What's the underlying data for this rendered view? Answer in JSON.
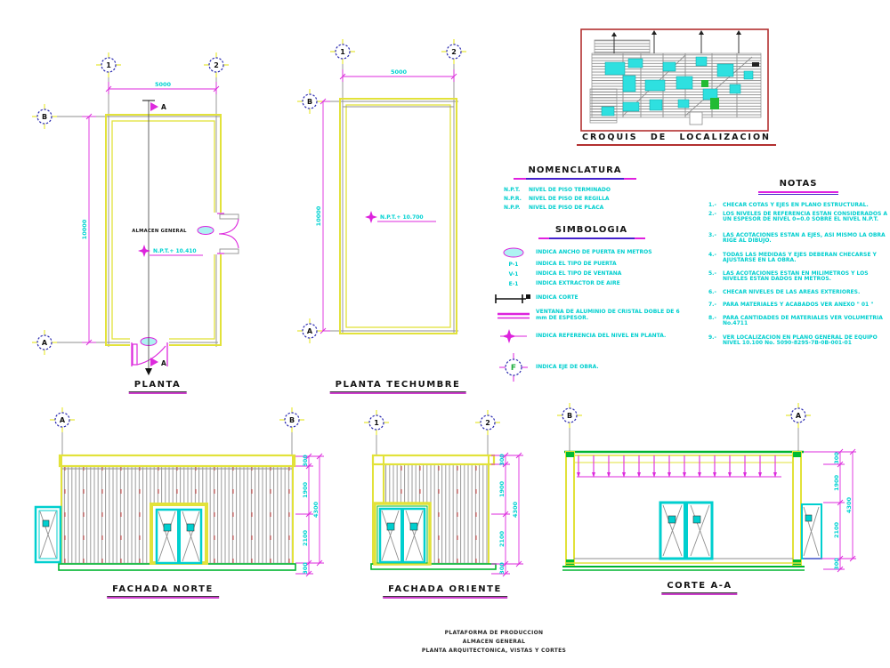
{
  "colors": {
    "cyan": "#00cfcf",
    "magenta": "#dd2add",
    "yellow": "#e2e23a",
    "green": "#00b530",
    "axis_blue": "#2b2bb0",
    "croquis_red": "#b23030",
    "gray": "#8f8f8f"
  },
  "planta": {
    "label": "PLANTA",
    "axis_top": [
      "1",
      "2"
    ],
    "axis_side": [
      "B",
      "A"
    ],
    "dim_width": "5000",
    "dim_height": "10000",
    "section_letter": "A",
    "room_label": "ALMACEN GENERAL",
    "level": "N.P.T.+ 10.410"
  },
  "techumbre": {
    "label": "PLANTA TECHUMBRE",
    "axis_top": [
      "1",
      "2"
    ],
    "axis_side": [
      "B",
      "A"
    ],
    "dim_width": "5000",
    "dim_height": "10000",
    "level": "N.P.T.+ 10.700"
  },
  "croquis": {
    "label": "CROQUIS DE LOCALIZACION"
  },
  "nomenclatura": {
    "title": "NOMENCLATURA",
    "items": [
      {
        "abbr": "N.P.T.",
        "desc": "NIVEL DE PISO TERMINADO"
      },
      {
        "abbr": "N.P.R.",
        "desc": "NIVEL DE PISO DE REGILLA"
      },
      {
        "abbr": "N.P.P.",
        "desc": "NIVEL DE PISO DE PLACA"
      }
    ]
  },
  "simbologia": {
    "title": "SIMBOLOGIA",
    "axis_letter": "F",
    "items": [
      {
        "tag": "",
        "label": "INDICA ANCHO DE PUERTA EN METROS"
      },
      {
        "tag": "P-1",
        "label": "INDICA EL TIPO DE PUERTA"
      },
      {
        "tag": "V-1",
        "label": "INDICA EL TIPO DE VENTANA"
      },
      {
        "tag": "E-1",
        "label": "INDICA EXTRACTOR DE AIRE"
      },
      {
        "tag": "",
        "label": "INDICA CORTE"
      },
      {
        "tag": "",
        "label": "VENTANA DE ALUMINIO DE CRISTAL DOBLE DE 6 mm DE ESPESOR."
      },
      {
        "tag": "",
        "label": "INDICA REFERENCIA DEL NIVEL EN PLANTA."
      },
      {
        "tag": "",
        "label": "INDICA EJE DE OBRA."
      }
    ]
  },
  "notas": {
    "title": "NOTAS",
    "items": [
      {
        "num": "1.-",
        "text": "CHECAR COTAS Y EJES EN PLANO ESTRUCTURAL."
      },
      {
        "num": "2.-",
        "text": "LOS NIVELES DE REFERENCIA ESTAN CONSIDERADOS A UN ESPESOR DE NIVEL 0=0.0 SOBRE EL NIVEL N.P.T."
      },
      {
        "num": "3.-",
        "text": "LAS ACOTACIONES ESTAN A EJES, ASI MISMO LA OBRA RIGE AL DIBUJO."
      },
      {
        "num": "4.-",
        "text": "TODAS LAS MEDIDAS Y EJES DEBERAN CHECARSE Y AJUSTARSE EN LA OBRA."
      },
      {
        "num": "5.-",
        "text": "LAS ACOTACIONES ESTAN EN MILIMETROS Y LOS NIVELES ESTAN DADOS EN METROS."
      },
      {
        "num": "6.-",
        "text": "CHECAR NIVELES DE LAS AREAS EXTERIORES."
      },
      {
        "num": "7.-",
        "text": "PARA MATERIALES Y ACABADOS VER ANEXO \" 01 \""
      },
      {
        "num": "8.-",
        "text": "PARA CANTIDADES DE MATERIALES VER VOLUMETRIA No.4711"
      },
      {
        "num": "9.-",
        "text": "VER LOCALIZACION EN PLANO GENERAL DE EQUIPO NIVEL 10.100 No. 5090-8295-7B-0B-001-01"
      }
    ]
  },
  "fachada_norte": {
    "label": "FACHADA NORTE",
    "axes": [
      "A",
      "B"
    ],
    "dims": [
      "300",
      "1900",
      "2100",
      "4300",
      "300"
    ]
  },
  "fachada_oriente": {
    "label": "FACHADA ORIENTE",
    "axes": [
      "1",
      "2"
    ],
    "dims": [
      "300",
      "1900",
      "2100",
      "4300",
      "300"
    ]
  },
  "corte": {
    "label": "CORTE A-A",
    "axes": [
      "B",
      "A"
    ],
    "dims": [
      "300",
      "1900",
      "2100",
      "4300",
      "300"
    ]
  },
  "title_block": {
    "line1": "PLATAFORMA DE PRODUCCION",
    "line2": "ALMACEN GENERAL",
    "line3": "PLANTA ARQUITECTONICA, VISTAS Y CORTES"
  }
}
